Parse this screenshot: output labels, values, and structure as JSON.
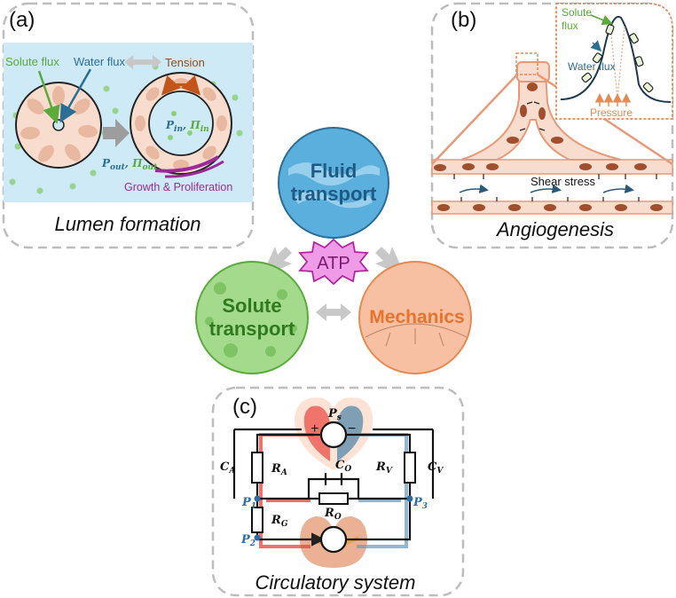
{
  "panels": {
    "a": {
      "tag": "(a)",
      "caption": "Lumen formation",
      "labels": {
        "solute_flux": "Solute flux",
        "water_flux": "Water flux",
        "tension": "Tension",
        "p_in": "P",
        "p_in_sub": "in",
        "comma1": ", ",
        "pi_in": "Π",
        "pi_in_sub": "in",
        "p_out": "P",
        "p_out_sub": "out",
        "comma2": ", ",
        "pi_out": "Π",
        "pi_out_sub": "out",
        "growth": "Growth & Proliferation"
      }
    },
    "b": {
      "tag": "(b)",
      "caption": "Angiogenesis",
      "labels": {
        "solute": "Solute",
        "flux": "flux",
        "water_flux": "Water flux",
        "pressure": "Pressure",
        "shear_stress": "Shear stress"
      }
    },
    "c": {
      "tag": "(c)",
      "caption": "Circulatory system",
      "labels": {
        "ps": "P",
        "ps_sub": "s",
        "plus": "+",
        "minus": "−",
        "ca": "C",
        "ca_sub": "A",
        "ra": "R",
        "ra_sub": "A",
        "co": "C",
        "co_sub": "O",
        "rv": "R",
        "rv_sub": "V",
        "cv": "C",
        "cv_sub": "V",
        "p1": "P",
        "p1_sub": "1",
        "ro": "R",
        "ro_sub": "O",
        "p3": "P",
        "p3_sub": "3",
        "rg": "R",
        "rg_sub": "G",
        "p2": "P",
        "p2_sub": "2"
      }
    }
  },
  "center": {
    "fluid_line1": "Fluid",
    "fluid_line2": "transport",
    "solute_line1": "Solute",
    "solute_line2": "transport",
    "mechanics": "Mechanics",
    "atp": "ATP"
  },
  "colors": {
    "solute_green": "#5aaa3c",
    "water_blue": "#2a6e96",
    "tension_brown": "#9a4a1e",
    "growth_purple": "#a0289a",
    "fluid_circle": "#5aafdc",
    "solute_circle": "#8fd07a",
    "mechanics_circle": "#f6a77e",
    "atp_fill": "#ef9be8",
    "atp_stroke": "#b0279f",
    "cell_fill": "#f8dccd",
    "cell_stroke": "#e79a77",
    "nucleus": "#a04e2e",
    "pressure_orange": "#e58a52",
    "red_vessel": "#e8433a",
    "blue_vessel": "#6e9fbe"
  }
}
